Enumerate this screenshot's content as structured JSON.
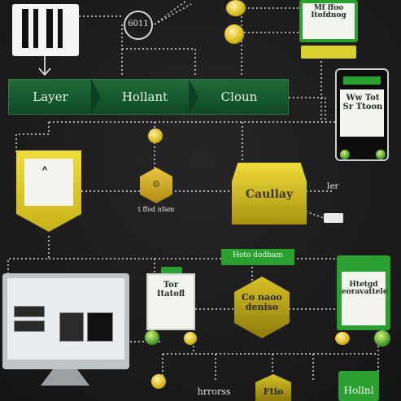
{
  "labels": {
    "badge_top": "6011",
    "bar_left": "Layer",
    "bar_mid": "Hollant",
    "bar_right": "Cloun",
    "top_card_right": "Mf ffoo Itofdnog",
    "phone_right": "Ww Tot Sr Ttoon",
    "shield_left": "",
    "hex_mid_text": "t ffod nfam",
    "hex_gold_big": "Caullay",
    "tag_right": "Ier",
    "green_tab": "Hoto dodbam",
    "card_lower_left": "Tor Itatofl",
    "hex_lower_mid": "Co naoo deniso",
    "card_lower_right": "Htetgd eoravattele",
    "bottom_label_left": "hrrorss",
    "bottom_label_mid": "Ftio",
    "bottom_label_right": "Hollnl"
  },
  "colors": {
    "background": "#1a1a1a",
    "bar_green": "#1f6a3a",
    "card_green": "#2a9a3a",
    "gold": "#e4cf2c",
    "dot_green": "#4aa12e",
    "dot_gold": "#d8b81a",
    "line": "#d8d8d8"
  },
  "icons": [
    "qr-code-icon",
    "laptop-icon",
    "gear-icon",
    "bird-icon",
    "phone-icon",
    "monitor-icon",
    "coin-icon"
  ]
}
